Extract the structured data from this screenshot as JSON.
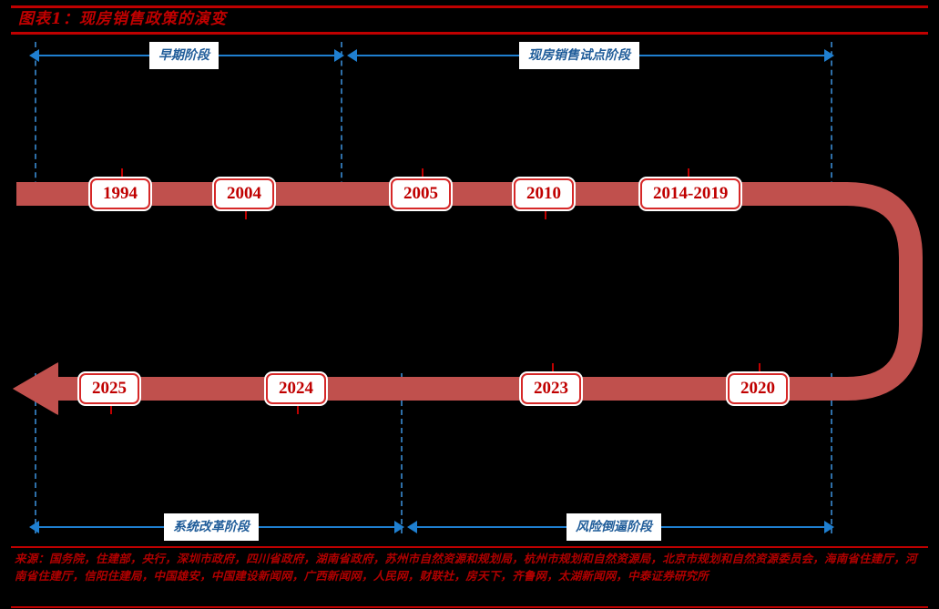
{
  "figure": {
    "title": "图表1：现房销售政策的演变",
    "title_color": "#C00000",
    "background_color": "#000000",
    "ribbon_color": "#C0504D",
    "accent_blue": "#1F7FD0",
    "chip_border_color": "#D62828"
  },
  "phases": {
    "top": [
      {
        "label": "早期阶段"
      },
      {
        "label": "现房销售试点阶段"
      }
    ],
    "bottom": [
      {
        "label": "系统改革阶段"
      },
      {
        "label": "风险倒逼阶段"
      }
    ]
  },
  "milestones": {
    "top_row": [
      {
        "year": "1994"
      },
      {
        "year": "2004"
      },
      {
        "year": "2005"
      },
      {
        "year": "2010"
      },
      {
        "year": "2014-2019"
      }
    ],
    "bottom_row": [
      {
        "year": "2025"
      },
      {
        "year": "2024"
      },
      {
        "year": "2023"
      },
      {
        "year": "2020"
      }
    ]
  },
  "source": {
    "text": "来源：国务院，住建部，央行，深圳市政府，四川省政府，湖南省政府，苏州市自然资源和规划局，杭州市规划和自然资源局，北京市规划和自然资源委员会，海南省住建厅，河南省住建厅，信阳住建局，中国雄安，中国建设新闻网，广西新闻网，人民网，财联社，房天下，齐鲁网，太湖新闻网，中泰证券研究所"
  },
  "chart_data": {
    "type": "timeline",
    "title": "图表1：现房销售政策的演变",
    "direction": "serpentine: top row left-to-right, U-turn at right, bottom row right-to-left",
    "nodes": [
      {
        "year": "1994",
        "row": "top",
        "order": 1,
        "phase": "早期阶段"
      },
      {
        "year": "2004",
        "row": "top",
        "order": 2,
        "phase": "早期阶段"
      },
      {
        "year": "2005",
        "row": "top",
        "order": 3,
        "phase": "现房销售试点阶段"
      },
      {
        "year": "2010",
        "row": "top",
        "order": 4,
        "phase": "现房销售试点阶段"
      },
      {
        "year": "2014-2019",
        "row": "top",
        "order": 5,
        "phase": "现房销售试点阶段"
      },
      {
        "year": "2020",
        "row": "bottom",
        "order": 6,
        "phase": "风险倒逼阶段"
      },
      {
        "year": "2023",
        "row": "bottom",
        "order": 7,
        "phase": "风险倒逼阶段"
      },
      {
        "year": "2024",
        "row": "bottom",
        "order": 8,
        "phase": "系统改革阶段"
      },
      {
        "year": "2025",
        "row": "bottom",
        "order": 9,
        "phase": "系统改革阶段"
      }
    ],
    "phase_spans": [
      {
        "label": "早期阶段",
        "row": "top",
        "from": "1994",
        "to": "2004"
      },
      {
        "label": "现房销售试点阶段",
        "row": "top",
        "from": "2005",
        "to": "2014-2019"
      },
      {
        "label": "系统改革阶段",
        "row": "bottom",
        "from": "2025",
        "to": "2024"
      },
      {
        "label": "风险倒逼阶段",
        "row": "bottom",
        "from": "2023",
        "to": "2020"
      }
    ]
  }
}
